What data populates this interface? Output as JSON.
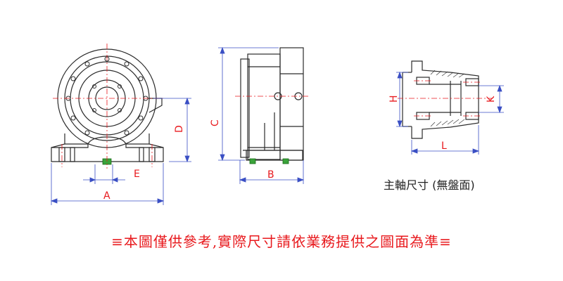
{
  "labels": {
    "A": "A",
    "B": "B",
    "C": "C",
    "D": "D",
    "E": "E",
    "H": "H",
    "K": "K",
    "L": "L"
  },
  "caption": "主軸尺寸 (無盤面)",
  "notice": "≡本圖僅供參考,實際尺寸請依業務提供之圖面為準≡",
  "colors": {
    "outline": "#2b2b2b",
    "dimension": "#e8191d",
    "centerline": "#e8191d",
    "dimension_line": "#3a4fc4",
    "accent_green": "#3aa33a"
  }
}
